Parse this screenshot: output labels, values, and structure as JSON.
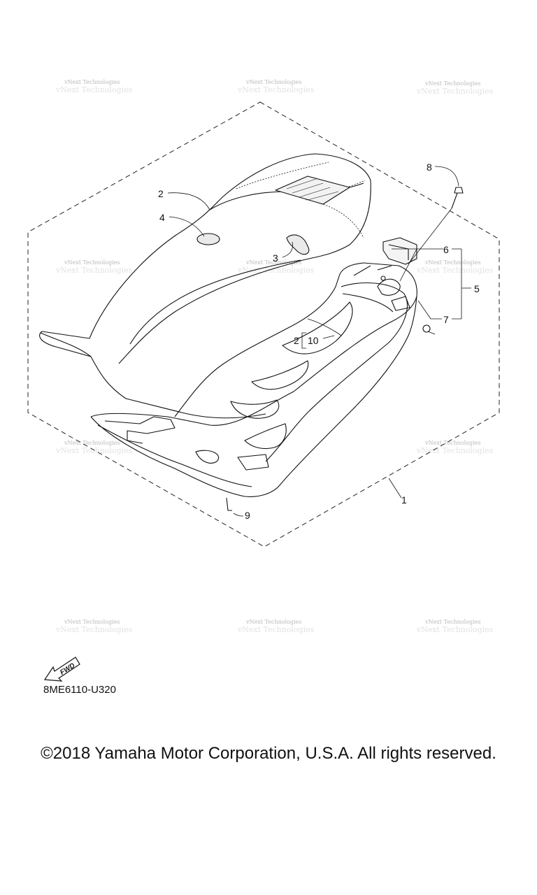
{
  "callouts": {
    "c1": "1",
    "c2": "2",
    "c3": "3",
    "c4": "4",
    "c5": "5",
    "c6": "6",
    "c7": "7",
    "c8": "8",
    "c9": "9",
    "c10_prefix": "2",
    "c10": "10"
  },
  "watermark": {
    "text": "vNext Technologies"
  },
  "fwd_label": "FWD",
  "part_code": "8ME6110-U320",
  "copyright": "©2018 Yamaha Motor Corporation, U.S.A. All rights reserved."
}
